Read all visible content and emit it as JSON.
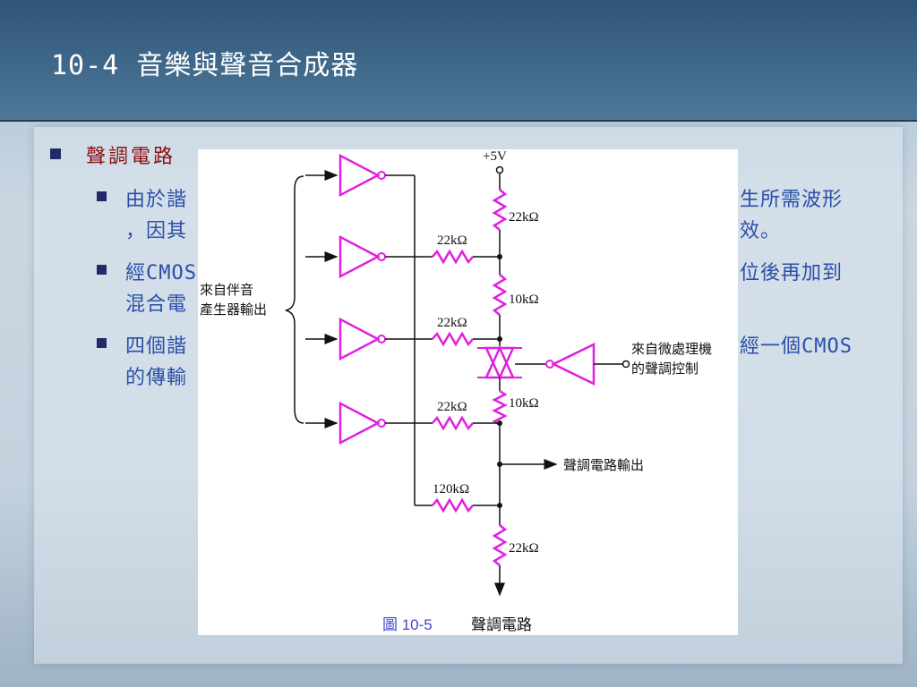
{
  "slide": {
    "title": "10-4 音樂與聲音合成器",
    "level1": "聲調電路",
    "bullets": [
      {
        "line1": "由於諧",
        "line1_right": "生所需波形",
        "line2": "，因其",
        "line2_right": "效。"
      },
      {
        "line1": "經CMOS",
        "line1_right": "位後再加到",
        "line2": "混合電",
        "line2_right": ""
      },
      {
        "line1": "四個諧",
        "line1_right": "經一個CMOS",
        "line2": "的傳輸",
        "line2_right": ""
      }
    ]
  },
  "figure": {
    "vcc_label": "+5V",
    "resistors": {
      "r_top": "22kΩ",
      "r_in1": "22kΩ",
      "r_mid": "10kΩ",
      "r_in2": "22kΩ",
      "r_low": "10kΩ",
      "r_in3": "22kΩ",
      "r_in4": "120kΩ",
      "r_bottom": "22kΩ"
    },
    "input_label_1": "來自伴音",
    "input_label_2": "產生器輸出",
    "control_label_1": "來自微處理機",
    "control_label_2": "的聲調控制",
    "output_label": "聲調電路輸出",
    "caption_number": "圖 10-5",
    "caption_text": "聲調電路",
    "colors": {
      "component": "#e020e0",
      "wire": "#111111",
      "caption": "#4444cc"
    }
  }
}
